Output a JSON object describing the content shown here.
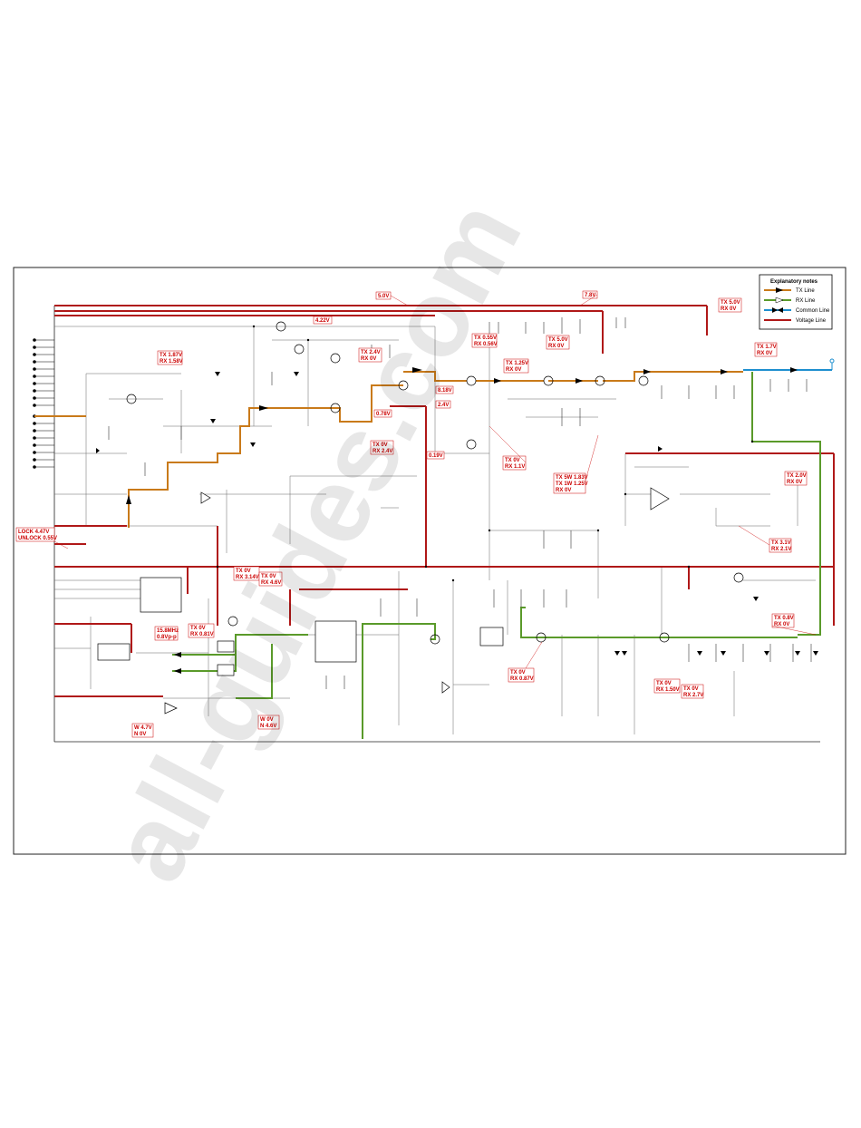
{
  "legend": {
    "title": "Explanatory notes",
    "items": [
      {
        "label": "TX Line",
        "color": "#c97a1a"
      },
      {
        "label": "RX Line",
        "color": "#5a9a2a"
      },
      {
        "label": "Common Line",
        "color": "#1e8fcf"
      },
      {
        "label": "Voltage Line",
        "color": "#b01818"
      }
    ]
  },
  "colors": {
    "tx": "#c97a1a",
    "rx": "#5a9a2a",
    "common": "#1e8fcf",
    "voltage": "#b01818",
    "label": "#cc0000"
  },
  "labels": {
    "v50": "5.0V",
    "v78": "7.8V",
    "v422": "4.22V",
    "tx50rx0a_1": "TX 5.0V",
    "tx50rx0a_2": "RX    0V",
    "tx187_1": "TX 1.87V",
    "tx187_2": "RX 1.58V",
    "tx24_1": "TX 2.4V",
    "tx24_2": "RX   0V",
    "tx055_1": "TX 0.55V",
    "tx055_2": "RX 0.56V",
    "tx125_1": "TX 1.25V",
    "tx125_2": "RX    0V",
    "tx50b_1": "TX  5.0V",
    "tx50b_2": "RX    0V",
    "tx17_1": "TX 1.7V",
    "tx17_2": "RX   0V",
    "v818": "8.18V",
    "v24": "2.4V",
    "v078": "0.78V",
    "tx0rx24_1": "TX   0V",
    "tx0rx24_2": "RX 2.4V",
    "v019": "0.19V",
    "tx0rx11_1": "TX   0V",
    "tx0rx11_2": "RX 1.1V",
    "tx5w_1": "TX 5W 1.83V",
    "tx5w_2": "TX 1W 1.25V",
    "tx5w_3": "RX        0V",
    "tx20_1": "TX 2.0V",
    "tx20_2": "RX   0V",
    "lock_1": "LOCK   4.47V",
    "lock_2": "UNLOCK 0.55V",
    "tx31_1": "TX 3.1V",
    "tx31_2": "RX 2.1V",
    "tx0rx314_1": "TX    0V",
    "tx0rx314_2": "RX 3.14V",
    "tx0rx46_1": "TX   0V",
    "tx0rx46_2": "RX 4.6V",
    "tx0rx081_1": "TX    0V",
    "tx0rx081_2": "RX 0.81V",
    "mhz_1": "15.8MHz",
    "mhz_2": "0.8Vp-p",
    "tx0rx087_1": "TX    0V",
    "tx0rx087_2": "RX 0.87V",
    "tx0rx15_1": "TX    0V",
    "tx0rx15_2": "RX 1.50V",
    "tx0rx27_1": "TX   0V",
    "tx0rx27_2": "RX 2.7V",
    "tx08_1": "TX 0.8V",
    "tx08_2": "RX   0V",
    "w47_1": "W  4.7V",
    "w47_2": "N    0V",
    "w0_1": "W    0V",
    "w0_2": "N  4.6V"
  },
  "watermark": "all-guides.com"
}
